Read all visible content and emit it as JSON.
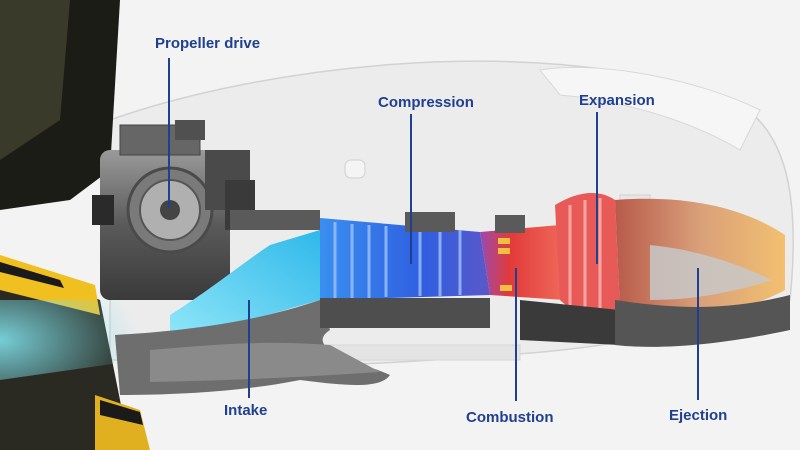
{
  "labels": {
    "propeller_drive": "Propeller drive",
    "compression": "Compression",
    "expansion": "Expansion",
    "intake": "Intake",
    "combustion": "Combustion",
    "ejection": "Ejection"
  },
  "colors": {
    "label_text": "#1f3f8f",
    "intake_flow": "#3ec6f0",
    "compression_flow": "#2f6fe8",
    "combustion_flow": "#e53a3a",
    "ejection_flow": "#e8b072",
    "nacelle_outline": "#cfcfcf",
    "metal": "#6a6a6a"
  }
}
